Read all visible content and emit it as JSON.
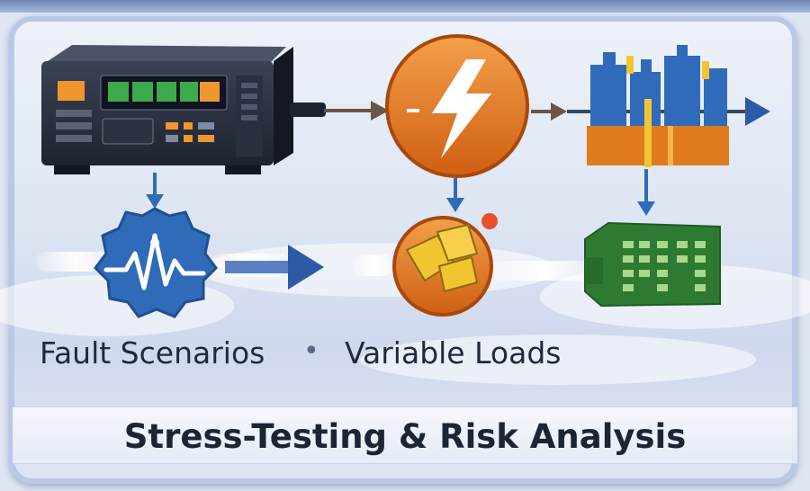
{
  "labels": {
    "fault": "Fault Scenarios",
    "separator": "•",
    "loads": "Variable Loads"
  },
  "title": "Stress-Testing & Risk Analysis",
  "icons": [
    "hardware-test-rig-icon",
    "lightning-bolt-icon",
    "city-grid-icon",
    "fault-waveform-gear-icon",
    "load-blocks-icon",
    "circuit-board-icon"
  ],
  "colors": {
    "navy": "#1f3f73",
    "blue": "#2f6bb8",
    "orange": "#e07a1e",
    "yellow": "#f2c530",
    "green": "#2f7a33",
    "arrow": "#6b5448"
  }
}
